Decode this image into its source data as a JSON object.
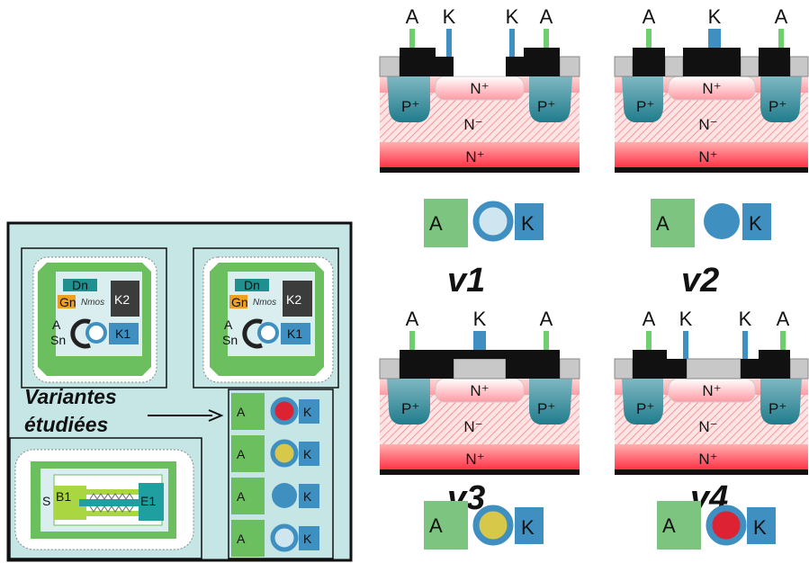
{
  "colors": {
    "anode": "#7cc47f",
    "cathode": "#3f8fc0",
    "ring": "#5aa0c8",
    "pplus": "#2f8f9f",
    "nplus_top": "#ffffff",
    "nminus": "#ffd0d0",
    "nplus_bottom": "#ff5060",
    "metal": "#111111",
    "oxide": "#c8c8c8",
    "layout_bg": "#c6e6e6",
    "dot_red": "#dd2233",
    "dot_yellow": "#d8c84a",
    "dot_blue": "#3f8fc0",
    "dot_light": "#cfe5f0"
  },
  "labels": {
    "anode": "A",
    "cathode": "K",
    "pplus": "P⁺",
    "nplus": "N⁺",
    "nminus": "N⁻"
  },
  "variants": [
    {
      "name": "v1",
      "pins": [
        "A",
        "K",
        "K",
        "A"
      ],
      "symbol": "ring"
    },
    {
      "name": "v2",
      "pins": [
        "A",
        "K",
        "A"
      ],
      "symbol": "solid"
    },
    {
      "name": "v3",
      "pins": [
        "A",
        "K",
        "A"
      ],
      "symbol": "yellow-dot"
    },
    {
      "name": "v4",
      "pins": [
        "A",
        "K",
        "K",
        "A"
      ],
      "symbol": "red-dot"
    }
  ],
  "layout": {
    "caption_line1": "Variantes",
    "caption_line2": "étudiées",
    "cells": [
      {
        "dn": "Dn",
        "gn": "Gn",
        "nmos": "Nmos",
        "k2": "K2",
        "a": "A",
        "sn": "Sn",
        "k1": "K1"
      },
      {
        "dn": "Dn",
        "gn": "Gn",
        "nmos": "Nmos",
        "k2": "K2",
        "a": "A",
        "sn": "Sn",
        "k1": "K1"
      }
    ],
    "bjt": {
      "s": "S",
      "b1": "B1",
      "e1": "E1"
    },
    "legend": [
      {
        "a": "A",
        "k": "K",
        "dot": "red"
      },
      {
        "a": "A",
        "k": "K",
        "dot": "yellow"
      },
      {
        "a": "A",
        "k": "K",
        "dot": "solid"
      },
      {
        "a": "A",
        "k": "K",
        "dot": "light"
      }
    ]
  }
}
